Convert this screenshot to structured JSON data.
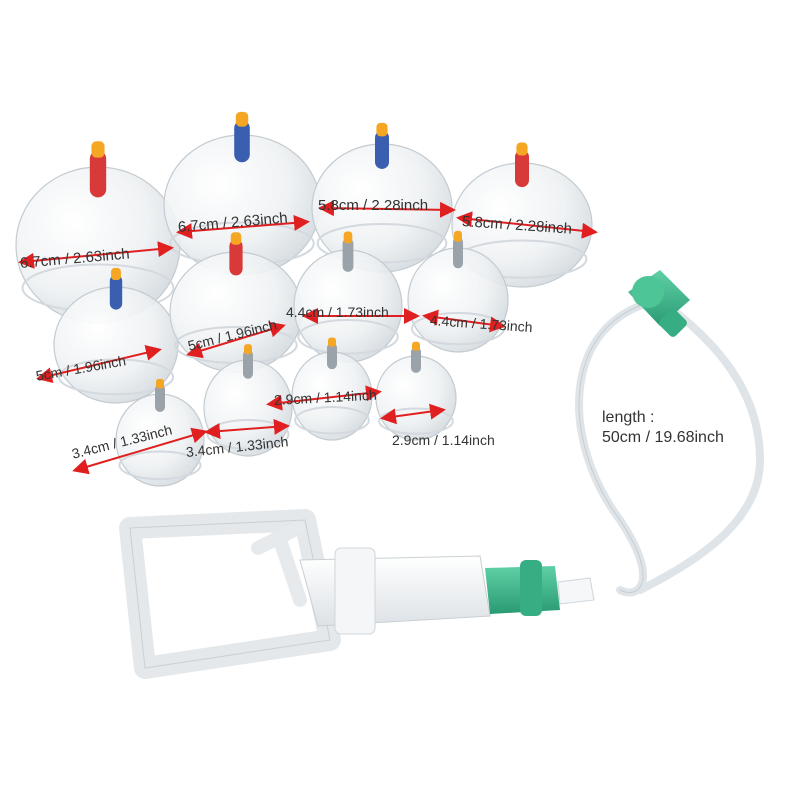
{
  "colors": {
    "arrow": "#e02020",
    "glass": "#e8ecef",
    "valve_orange": "#f5a623",
    "valve_red": "#d83a3a",
    "valve_blue": "#3a5fb0",
    "tube_green": "#3cb38a",
    "text": "#333333"
  },
  "cups": [
    {
      "size_label": "6.7cm / 2.63inch",
      "valve": "red"
    },
    {
      "size_label": "6.7cm / 2.63inch",
      "valve": "blue"
    },
    {
      "size_label": "5.8cm / 2.28inch",
      "valve": "blue"
    },
    {
      "size_label": "5.8cm / 2.28inch",
      "valve": "red"
    },
    {
      "size_label": "5cm / 1.96inch",
      "valve": "blue"
    },
    {
      "size_label": "5cm / 1.96inch",
      "valve": "red"
    },
    {
      "size_label": "4.4cm / 1.73inch",
      "valve": "plain"
    },
    {
      "size_label": "4.4cm / 1.73inch",
      "valve": "plain"
    },
    {
      "size_label": "3.4cm / 1.33inch",
      "valve": "plain"
    },
    {
      "size_label": "3.4cm / 1.33inch",
      "valve": "plain"
    },
    {
      "size_label": "2.9cm / 1.14inch",
      "valve": "plain"
    },
    {
      "size_label": "2.9cm / 1.14inch",
      "valve": "plain"
    }
  ],
  "tube": {
    "length_title": "length :",
    "length_value": "50cm / 19.68inch"
  }
}
